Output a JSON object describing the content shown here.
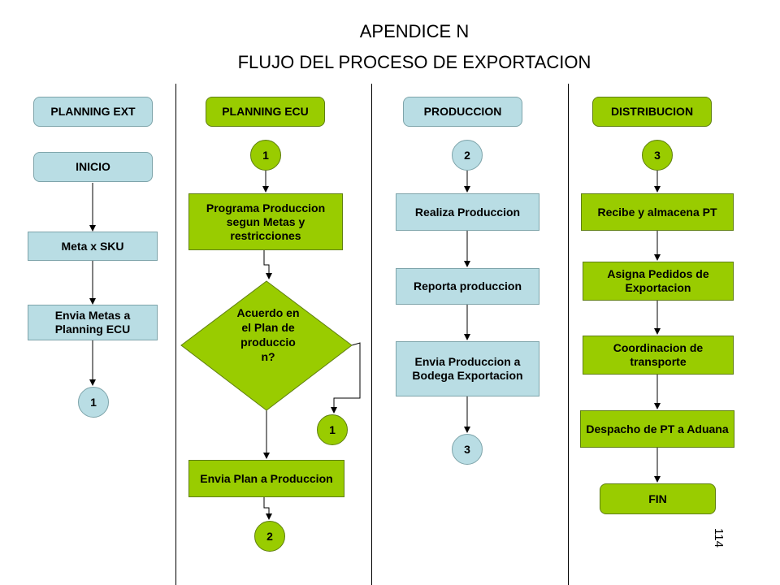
{
  "header": {
    "title": "APENDICE N",
    "subtitle": "FLUJO DEL PROCESO DE EXPORTACION"
  },
  "lanes": {
    "planning_ext": {
      "header": "PLANNING EXT",
      "start": "INICIO",
      "step1": "Meta x SKU",
      "step2": "Envia Metas a Planning ECU",
      "connector_out": "1"
    },
    "planning_ecu": {
      "header": "PLANNING ECU",
      "connector_in": "1",
      "step1": "Programa Produccion segun Metas y restricciones",
      "decision": "Acuerdo en el Plan de produccio n?",
      "loop_connector": "1",
      "step2": "Envia Plan a Produccion",
      "connector_out": "2"
    },
    "produccion": {
      "header": "PRODUCCION",
      "connector_in": "2",
      "step1": "Realiza Produccion",
      "step2": "Reporta produccion",
      "step3": "Envia Produccion a Bodega Exportacion",
      "connector_out": "3"
    },
    "distribucion": {
      "header": "DISTRIBUCION",
      "connector_in": "3",
      "step1": "Recibe y almacena PT",
      "step2": "Asigna Pedidos de Exportacion",
      "step3": "Coordinacion de transporte",
      "step4": "Despacho de PT a Aduana",
      "end": "FIN"
    }
  },
  "page_number": "114",
  "colors": {
    "blue_fill": "#b9dde4",
    "green_fill": "#99cc00",
    "lines": "#000000"
  }
}
